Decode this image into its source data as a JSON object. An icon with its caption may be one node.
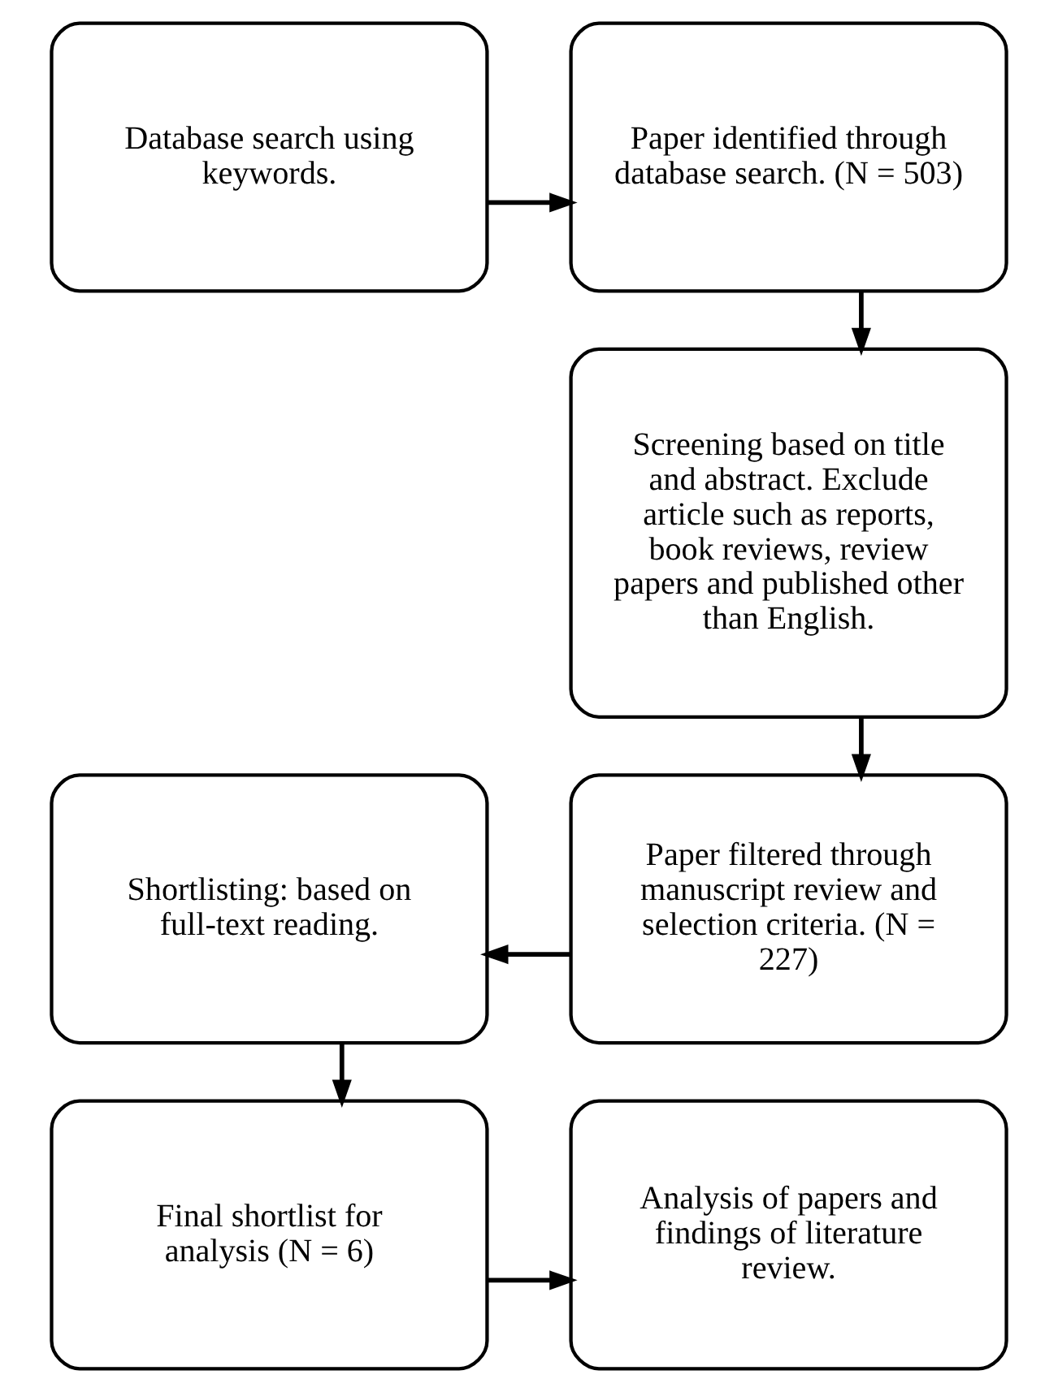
{
  "diagram": {
    "nodes": [
      {
        "text": [
          "Database search using keywords."
        ]
      },
      {
        "text": [
          "Paper identified through database search. (N = 503)"
        ]
      },
      {
        "text": [
          "Screening based on title and abstract. Exclude article such as reports, book reviews, review papers and published other than English."
        ]
      },
      {
        "text": [
          "Paper filtered through manuscript review and selection criteria. (N = 227)"
        ]
      },
      {
        "text": [
          "Shortlisting: based on full-text reading."
        ]
      },
      {
        "text": [
          "Final shortlist for analysis (N = 6)"
        ]
      },
      {
        "text": [
          "Analysis of papers and findings of literature review."
        ]
      }
    ],
    "edges": [
      {
        "from": 0,
        "to": 1,
        "arrow": "to"
      },
      {
        "from": 1,
        "to": 2,
        "arrow": "to"
      },
      {
        "from": 2,
        "to": 3,
        "arrow": "to"
      },
      {
        "from": 3,
        "to": 4,
        "arrow": "to"
      },
      {
        "from": 4,
        "to": 5,
        "arrow": "to"
      },
      {
        "from": 5,
        "to": 6,
        "arrow": "to"
      }
    ]
  }
}
